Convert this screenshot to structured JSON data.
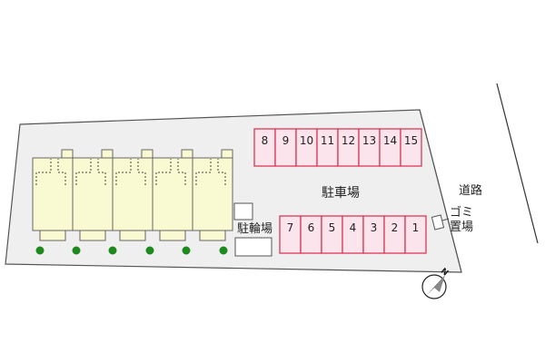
{
  "labels": {
    "parking": "駐車場",
    "bicycle_parking": "駐輪場",
    "road": "道路",
    "garbage_line1": "ゴミ",
    "garbage_line2": "置場",
    "north_letter": "N"
  },
  "parking_top": [
    "8",
    "9",
    "10",
    "11",
    "12",
    "13",
    "14",
    "15"
  ],
  "parking_bottom": [
    "7",
    "6",
    "5",
    "4",
    "3",
    "2",
    "1"
  ],
  "trees_count": 6,
  "units_count": 5,
  "colors": {
    "lot": "#efefef",
    "lot_border": "#555555",
    "building": "#fafad2",
    "parking_fill": "#fbe4ec",
    "parking_border": "#d9385a",
    "tree": "#1e8a1e",
    "text": "#222222"
  }
}
